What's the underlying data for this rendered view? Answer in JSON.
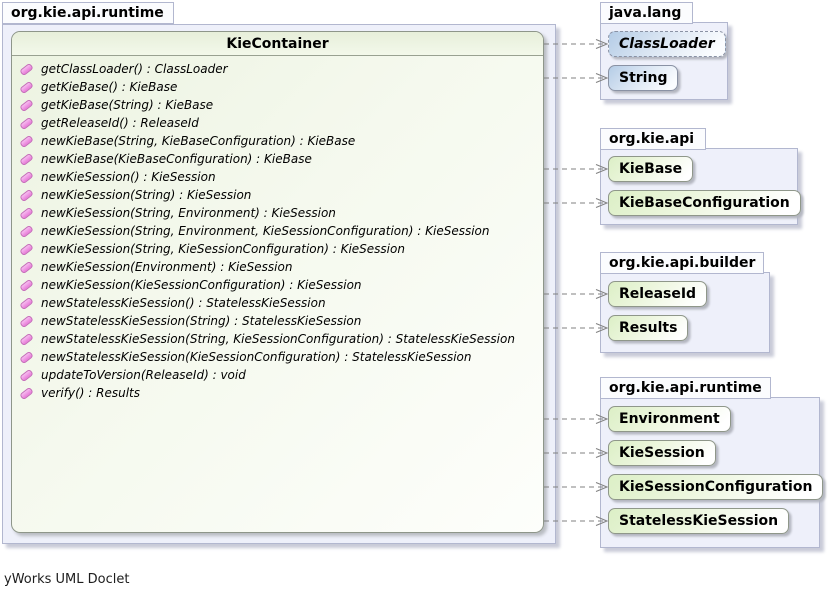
{
  "main_package": {
    "name": "org.kie.api.runtime",
    "class": {
      "name": "KieContainer",
      "methods": [
        "getClassLoader() : ClassLoader",
        "getKieBase() : KieBase",
        "getKieBase(String) : KieBase",
        "getReleaseId() : ReleaseId",
        "newKieBase(String, KieBaseConfiguration) : KieBase",
        "newKieBase(KieBaseConfiguration) : KieBase",
        "newKieSession() : KieSession",
        "newKieSession(String) : KieSession",
        "newKieSession(String, Environment) : KieSession",
        "newKieSession(String, Environment, KieSessionConfiguration) : KieSession",
        "newKieSession(String, KieSessionConfiguration) : KieSession",
        "newKieSession(Environment) : KieSession",
        "newKieSession(KieSessionConfiguration) : KieSession",
        "newStatelessKieSession() : StatelessKieSession",
        "newStatelessKieSession(String) : StatelessKieSession",
        "newStatelessKieSession(String, KieSessionConfiguration) : StatelessKieSession",
        "newStatelessKieSession(KieSessionConfiguration) : StatelessKieSession",
        "updateToVersion(ReleaseId) : void",
        "verify() : Results"
      ]
    }
  },
  "packages": [
    {
      "name": "java.lang",
      "types": [
        {
          "name": "ClassLoader",
          "kind": "abstract-class"
        },
        {
          "name": "String",
          "kind": "class"
        }
      ]
    },
    {
      "name": "org.kie.api",
      "types": [
        {
          "name": "KieBase",
          "kind": "interface"
        },
        {
          "name": "KieBaseConfiguration",
          "kind": "interface"
        }
      ]
    },
    {
      "name": "org.kie.api.builder",
      "types": [
        {
          "name": "ReleaseId",
          "kind": "interface"
        },
        {
          "name": "Results",
          "kind": "interface"
        }
      ]
    },
    {
      "name": "org.kie.api.runtime",
      "types": [
        {
          "name": "Environment",
          "kind": "interface"
        },
        {
          "name": "KieSession",
          "kind": "interface"
        },
        {
          "name": "KieSessionConfiguration",
          "kind": "interface"
        },
        {
          "name": "StatelessKieSession",
          "kind": "interface"
        }
      ]
    }
  ],
  "footer": "yWorks UML Doclet",
  "colors": {
    "package_fill": "#eef0fa",
    "interface_green": "#dcefc6",
    "class_blue": "#b4cce6",
    "method_icon_pink": "#e87ad8",
    "arrow_gray": "#808080"
  }
}
